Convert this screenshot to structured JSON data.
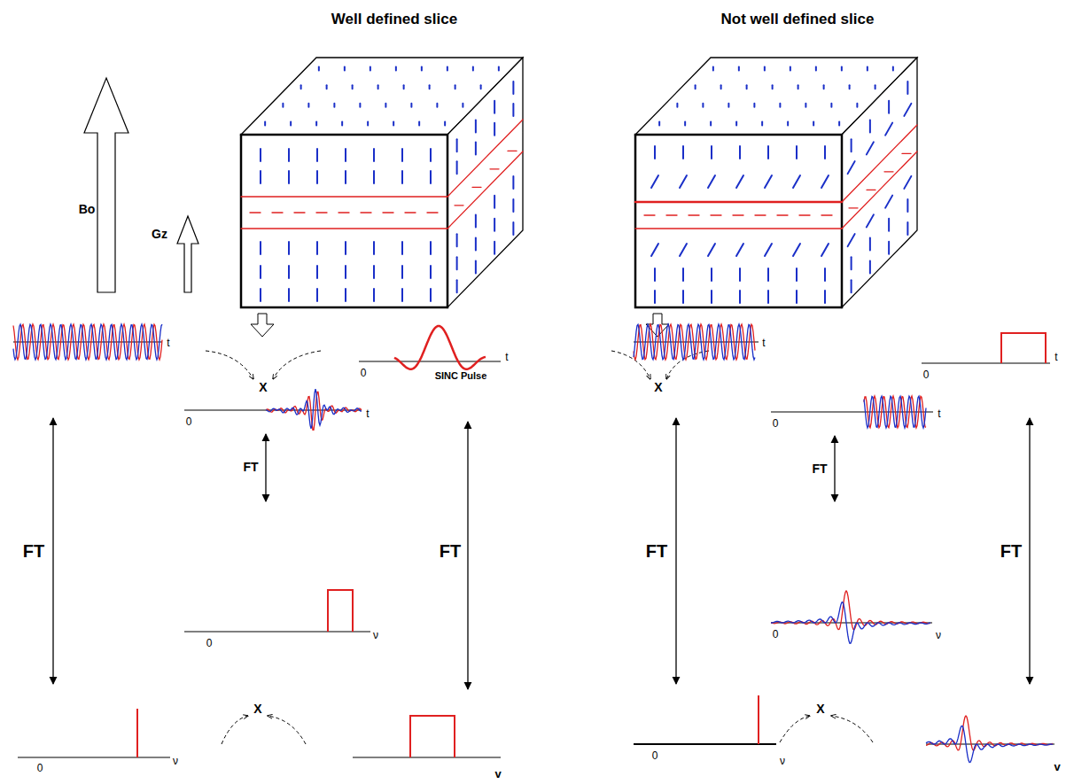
{
  "diagram": {
    "labels": [
      "Well defined slice",
      "Bo",
      "Gz",
      "t",
      "X",
      "0",
      "t",
      "SINC Pulse",
      "0",
      "t",
      "FT",
      "FT",
      "FT",
      "0",
      "ν",
      "X",
      "0",
      "ν",
      "v",
      "Not well defined slice",
      "t",
      "X",
      "0",
      "t",
      "0",
      "t",
      "FT",
      "FT",
      "FT",
      "0",
      "ν",
      "X",
      "0",
      "ν",
      "v"
    ]
  }
}
